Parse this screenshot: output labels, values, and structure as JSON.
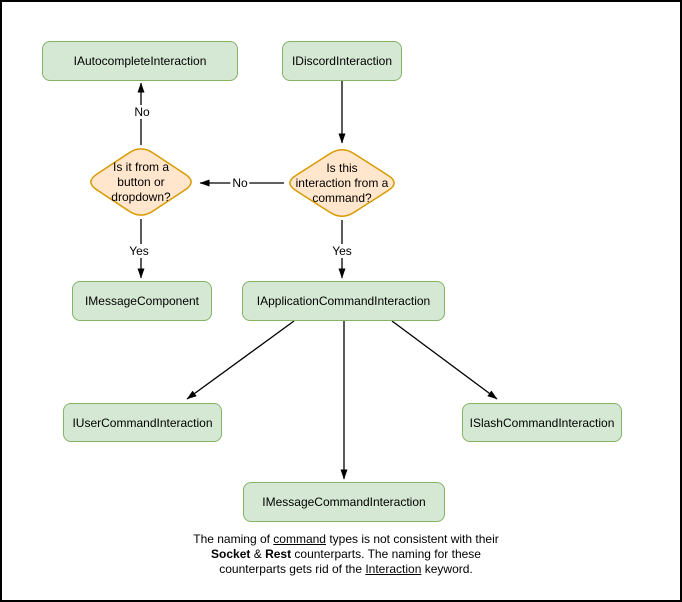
{
  "diagram": {
    "nodes": [
      {
        "id": "autocomplete-interaction",
        "label": "IAutocompleteInteraction"
      },
      {
        "id": "discord-interaction",
        "label": "IDiscordInteraction"
      },
      {
        "id": "message-component",
        "label": "IMessageComponent"
      },
      {
        "id": "application-command-interaction",
        "label": "IApplicationCommandInteraction"
      },
      {
        "id": "user-command-interaction",
        "label": "IUserCommandInteraction"
      },
      {
        "id": "slash-command-interaction",
        "label": "ISlashCommandInteraction"
      },
      {
        "id": "message-command-interaction",
        "label": "IMessageCommandInteraction"
      }
    ],
    "decisions": [
      {
        "id": "from-button-or-dropdown",
        "label": "Is it from a\nbutton or\ndropdown?"
      },
      {
        "id": "from-command",
        "label": "Is this\ninteraction from a\ncommand?"
      }
    ],
    "edge_labels": [
      {
        "id": "no-to-autocomplete",
        "label": "No"
      },
      {
        "id": "no-to-button-dropdown",
        "label": "No"
      },
      {
        "id": "yes-to-message-component",
        "label": "Yes"
      },
      {
        "id": "yes-to-application-command",
        "label": "Yes"
      }
    ]
  },
  "note": {
    "line1": {
      "pre": "The naming of ",
      "underlined": "command",
      "post": " types is not consistent with their"
    },
    "line2": {
      "bold1": "Socket",
      "mid": " & ",
      "bold2": "Rest",
      "post": " counterparts. The naming for these"
    },
    "line3": {
      "pre": "counterparts gets rid of the ",
      "underlined": "Interaction",
      "post": " keyword."
    }
  },
  "colors": {
    "node_fill": "#d5e8d4",
    "node_border": "#82b366",
    "decision_fill": "#ffe6cc",
    "decision_border": "#d79b00",
    "edge": "#000000",
    "page_border": "#000000"
  }
}
